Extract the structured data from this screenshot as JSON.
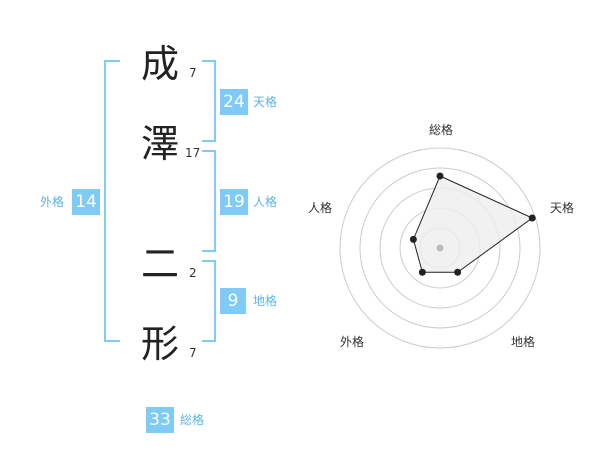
{
  "name": {
    "chars": [
      {
        "char": "成",
        "strokes": "7"
      },
      {
        "char": "澤",
        "strokes": "17"
      },
      {
        "char": "二",
        "strokes": "2"
      },
      {
        "char": "形",
        "strokes": "7"
      }
    ]
  },
  "kaku": {
    "tenkaku": {
      "value": "24",
      "label": "天格"
    },
    "jinkaku": {
      "value": "19",
      "label": "人格"
    },
    "chikaku": {
      "value": "9",
      "label": "地格"
    },
    "gaikaku": {
      "value": "14",
      "label": "外格"
    },
    "soukaku": {
      "value": "33",
      "label": "総格"
    }
  },
  "radar": {
    "labels": [
      "総格",
      "天格",
      "地格",
      "外格",
      "人格"
    ],
    "values": [
      0.72,
      0.97,
      0.3,
      0.3,
      0.28
    ],
    "colors": {
      "fill": "#eeeeee",
      "stroke": "#222222",
      "grid": "#cccccc",
      "center": "#bbbbbb"
    }
  }
}
